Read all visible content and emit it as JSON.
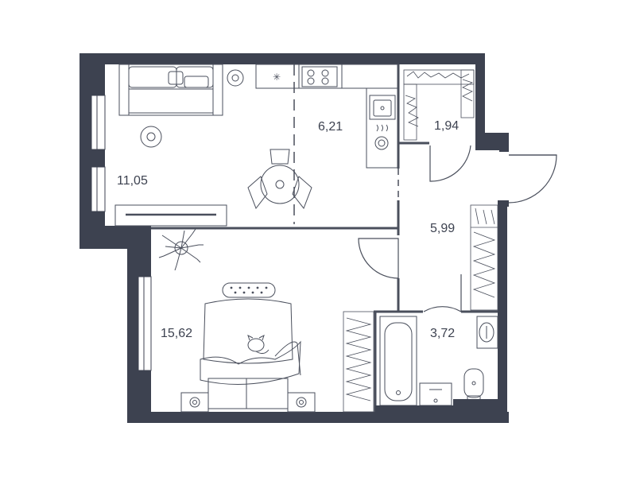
{
  "colors": {
    "wall": "#3d4250",
    "line": "#4a4f5c",
    "background": "#ffffff"
  },
  "rooms": {
    "living_room": {
      "area": "11,05"
    },
    "kitchen": {
      "area": "6,21"
    },
    "wardrobe": {
      "area": "1,94"
    },
    "hallway": {
      "area": "5,99"
    },
    "bedroom": {
      "area": "15,62"
    },
    "bathroom": {
      "area": "3,72"
    }
  },
  "furniture": [
    "sofa",
    "armchair-round",
    "tv-stand",
    "kitchen-counter",
    "stove",
    "sink",
    "washing-machine",
    "dining-table",
    "chairs",
    "wardrobe-closet",
    "double-bed",
    "nightstands",
    "plant",
    "bathtub",
    "toilet",
    "washbasin",
    "cat"
  ]
}
